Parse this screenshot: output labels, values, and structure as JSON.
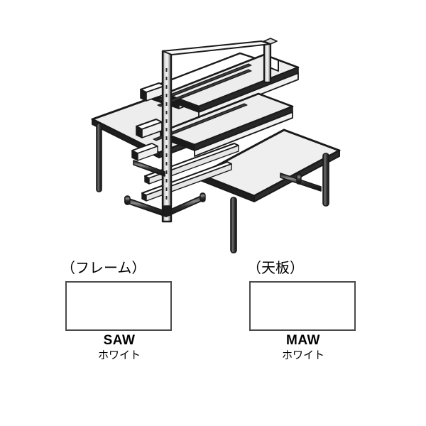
{
  "illustration": {
    "name": "isometric-line-drawing",
    "subject": "back-to-back double desk with central two-tier shelf unit",
    "colors": {
      "outline": "#1a1a1a",
      "surface_fill": "#ededed",
      "surface_fill_light": "#f4f4f4",
      "leg_dark": "#2a2a2a",
      "leg_highlight": "#6e6e6e",
      "frame_white": "#ffffff"
    }
  },
  "legend": {
    "groups": [
      {
        "id": "frame",
        "heading": "（フレーム）",
        "chip_color": "#ffffff",
        "code": "SAW",
        "name": "ホワイト"
      },
      {
        "id": "topboard",
        "heading": "（天板）",
        "chip_color": "#ffffff",
        "code": "MAW",
        "name": "ホワイト"
      }
    ]
  }
}
